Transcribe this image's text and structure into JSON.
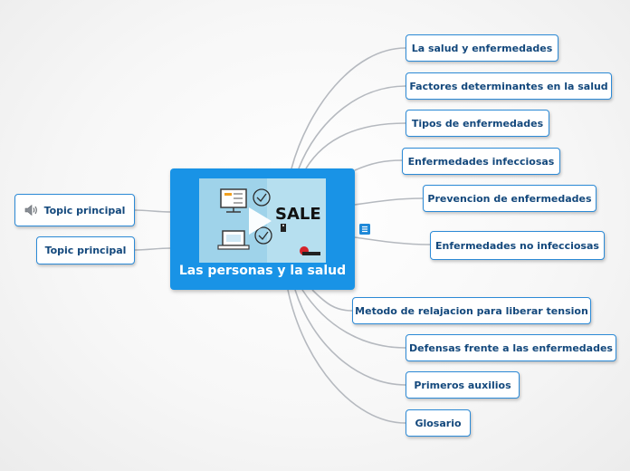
{
  "central": {
    "title": "Las personas y la salud",
    "media_label": "SALE"
  },
  "right_topics": [
    {
      "label": "La salud y enfermedades"
    },
    {
      "label": "Factores determinantes en la salud"
    },
    {
      "label": "Tipos de enfermedades"
    },
    {
      "label": "Enfermedades infecciosas"
    },
    {
      "label": "Prevencion de enfermedades"
    },
    {
      "label": "Enfermedades no infecciosas"
    },
    {
      "label": "Metodo de relajacion para liberar tension"
    },
    {
      "label": "Defensas frente a las enfermedades"
    },
    {
      "label": "Primeros auxilios"
    },
    {
      "label": "Glosario"
    }
  ],
  "left_topics": [
    {
      "label": "Topic principal",
      "icon": "speaker-icon"
    },
    {
      "label": "Topic principal"
    }
  ],
  "colors": {
    "central_fill": "#1993e6",
    "node_border": "#2c8ad6",
    "node_text": "#13487c",
    "connector": "#b5b9bf"
  }
}
